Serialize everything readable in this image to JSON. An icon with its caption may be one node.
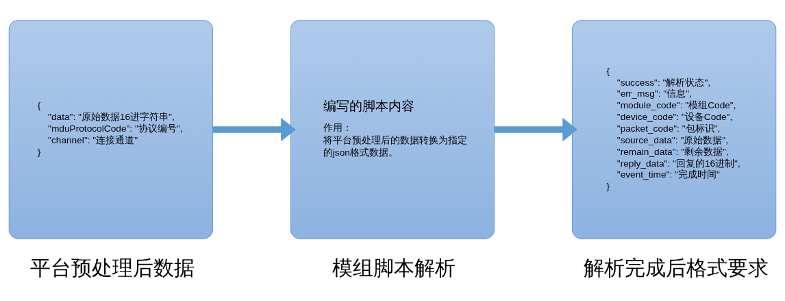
{
  "diagram": {
    "nodes": [
      {
        "text": [
          "{",
          "\"data\": \"原始数据16进字符串\",",
          "\"mduProtocolCode\": \"协议编号\",",
          "\"channel\": \"连接通道\"",
          "}"
        ],
        "beside": [
          "平台预处理后数据"
        ]
      },
      {
        "text": [
          "编写的脚本内容",
          "作用：",
          "将平台预处理后的数据转换为指定的json格式数据。"
        ],
        "beside": [
          "模组脚本解析"
        ]
      },
      {
        "text": [
          "{",
          "\"success\": \"解析状态\",",
          "\"err_msg\": \"信息\",",
          "\"module_code\": \"模组Code\",",
          "\"device_code\": \"设备Code\",",
          "\"packet_code\": \"包标识\",",
          "\"source_data\": \"原始数据\",",
          "\"remain_data\": \"剩余数据\",",
          "\"reply_data\": \"回复的16进制\",",
          "\"event_time\": \"完成时间\"",
          "}"
        ],
        "beside": [
          "解析完成后格式要求"
        ]
      }
    ],
    "edges": [
      {
        "from": 0,
        "to": 1,
        "arrow": "to"
      },
      {
        "from": 1,
        "to": 2,
        "arrow": "to"
      }
    ]
  }
}
